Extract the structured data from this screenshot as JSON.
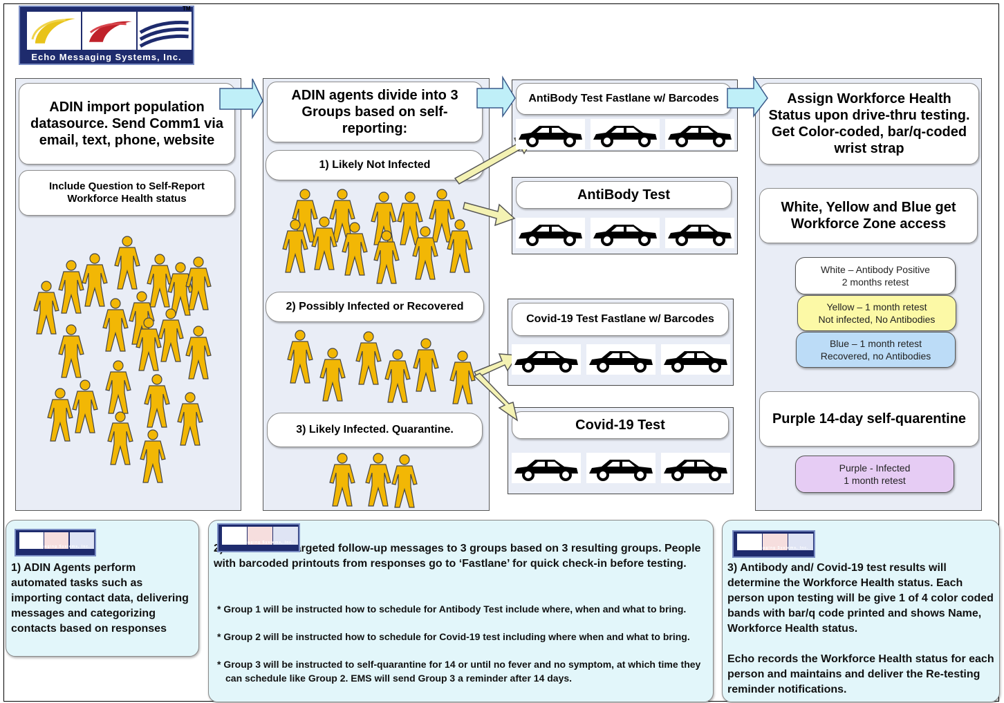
{
  "logo": {
    "caption": "Echo Messaging Systems, Inc.",
    "tm": "TM"
  },
  "col1": {
    "title": "ADIN import population datasource. Send Comm1 via email, text, phone, website",
    "question": "Include Question to Self-Report Workforce Health status"
  },
  "col2": {
    "title": "ADIN agents divide into 3 Groups based on self-reporting:",
    "group1": "1) Likely Not Infected",
    "group2": "2) Possibly Infected or Recovered",
    "group3": "3) Likely Infected. Quarantine."
  },
  "lanes": {
    "antibody_fast": "AntiBody Test Fastlane w/ Barcodes",
    "antibody": "AntiBody Test",
    "covid_fast": "Covid-19 Test Fastlane w/ Barcodes",
    "covid": "Covid-19 Test"
  },
  "col4": {
    "title": "Assign Workforce Health Status upon drive-thru testing. Get Color-coded, bar/q-coded wrist strap",
    "zone": "White, Yellow and Blue get Workforce Zone access",
    "white_1": "White – Antibody Positive",
    "white_2": "2 months retest",
    "yellow_1": "Yellow – 1 month retest",
    "yellow_2": "Not infected, No Antibodies",
    "blue_1": "Blue – 1 month retest",
    "blue_2": "Recovered, no Antibodies",
    "purple_title": "Purple 14-day self-quarentine",
    "purple_1": "Purple - Infected",
    "purple_2": "1 month retest"
  },
  "notes": {
    "n1": "1) ADIN Agents perform automated tasks such as importing contact data, delivering messages and categorizing contacts based on responses",
    "n2_head": "2) ADIN sends targeted follow-up messages to 3 groups based on 3 resulting groups.  People with barcoded printouts from responses go to ‘Fastlane’ for quick check-in before testing.",
    "n2_b1": "* Group 1 will be instructed how to schedule for Antibody Test include where, when and what to bring.",
    "n2_b2": "* Group 2 will be instructed how to schedule for Covid-19 test including where when and what to bring.",
    "n2_b3": "* Group 3 will be instructed to self-quarantine for 14 or until no fever and no symptom, at which time they can schedule like Group 2.  EMS will send Group 3 a reminder after 14 days.",
    "n3_a": "3) Antibody and/ Covid-19 test results will determine the Workforce Health status. Each person upon testing will be give 1 of 4 color coded bands with bar/q code printed and shows Name, Workforce Health status.",
    "n3_b": "Echo records the Workforce Health status for each person and maintains and deliver the Re-testing reminder notifications."
  },
  "colors": {
    "panel": "#e9edf6",
    "note": "#e2f6fa",
    "person": "#f2b705",
    "arrow_blue": "#bfeff8",
    "arrow_yellow": "#f4f2b3",
    "yellow_pill": "#fcf9a6",
    "blue_pill": "#bcdcf7",
    "purple_pill": "#e6ccf4"
  }
}
